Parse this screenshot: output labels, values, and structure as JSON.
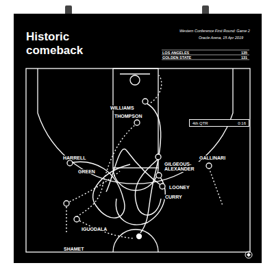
{
  "diagram": {
    "title": "Historic comeback",
    "nodes": [
      {
        "text": [
          "4th QTR",
          "0:16"
        ]
      }
    ],
    "labels": [
      "Western Conference First Round: Game 2",
      "Oracle Arena, 15 Apr 2019",
      "LOS ANGELES",
      "135",
      "GOLDEN STATE",
      "131",
      "WILLIAMS",
      "THOMPSON",
      "HARRELL",
      "GREEN",
      "GILGEOUS-ALEXANDER",
      "GALLINARI",
      "LOONEY",
      "CURRY",
      "IGUODALA",
      "SHAMET"
    ]
  }
}
